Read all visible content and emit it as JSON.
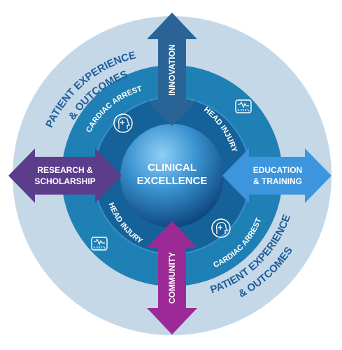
{
  "center": {
    "line1": "CLINICAL",
    "line2": "EXCELLENCE"
  },
  "outer_ring": {
    "upper_left": {
      "line1": "PATIENT EXPERIENCE",
      "line2": "& OUTCOMES"
    },
    "lower_right": {
      "line1": "PATIENT EXPERIENCE",
      "line2": "& OUTCOMES"
    }
  },
  "middle_ring": {
    "upper_left": "CARDIAC ARREST",
    "upper_right": "HEAD INJURY",
    "lower_left": "HEAD INJURY",
    "lower_right": "CARDIAC ARREST"
  },
  "arrows": {
    "top": {
      "label": "INNOVATION",
      "color": "#2a6496"
    },
    "left": {
      "line1": "RESEARCH &",
      "line2": "SCHOLARSHIP",
      "color": "#5c3d8c"
    },
    "right": {
      "line1": "EDUCATION",
      "line2": "& TRAINING",
      "color": "#3d95dd"
    },
    "bottom": {
      "label": "COMMUNITY",
      "color": "#9c2a96"
    }
  },
  "icons": {
    "upper_left": "head-profile-cross-icon",
    "upper_right": "brain-waves-icon",
    "lower_left": "brain-waves-icon",
    "lower_right": "head-profile-cross-icon"
  },
  "colors": {
    "outer_ring": "#c5d8e8",
    "middle_ring": "#1f80b5",
    "inner_ring": "#15629a",
    "outer_text": "#1f5c9a",
    "center_light": "#6db8ec",
    "center_dark": "#0a4a84"
  }
}
